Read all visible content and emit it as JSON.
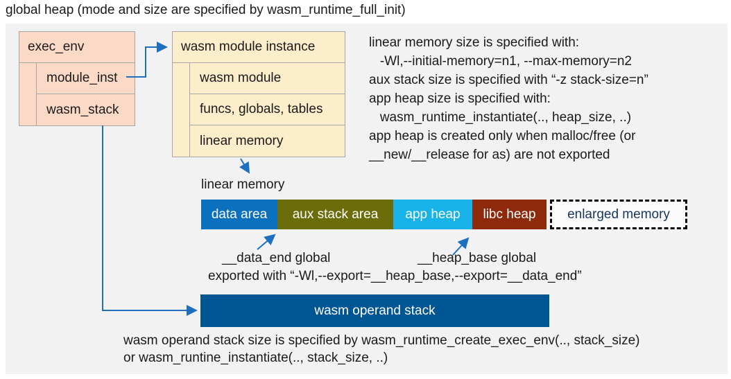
{
  "title": "global heap (mode and size are specified by wasm_runtime_full_init)",
  "exec_env": {
    "header": "exec_env",
    "rows": [
      "module_inst",
      "wasm_stack"
    ]
  },
  "module_instance": {
    "header": "wasm module instance",
    "rows": [
      "wasm module",
      "funcs, globals, tables",
      "linear memory"
    ]
  },
  "notes": {
    "lines": [
      "linear memory size is specified with:",
      "   -Wl,--initial-memory=n1, --max-memory=n2",
      "aux stack size is specified with “-z stack-size=n”",
      "app heap size is specified with:",
      "   wasm_runtime_instantiate(.., heap_size, ..)",
      "app heap is created only when malloc/free (or",
      "__new/__release for as) are not exported"
    ]
  },
  "linear_memory": {
    "label": "linear memory",
    "segments": [
      {
        "label": "data area",
        "color": "#0b70bd"
      },
      {
        "label": "aux stack area",
        "color": "#6b6d0b"
      },
      {
        "label": "app heap",
        "color": "#17b2e8"
      },
      {
        "label": "libc heap",
        "color": "#8e2a0b"
      }
    ],
    "enlarged_label": "enlarged memory"
  },
  "globals": {
    "data_end_label": "__data_end global",
    "heap_base_label": "__heap_base global",
    "exported_note": "exported with “-Wl,--export=__heap_base,--export=__data_end”"
  },
  "operand_stack": {
    "label": "wasm operand stack",
    "note_lines": [
      "wasm operand stack size is specified by wasm_runtime_create_exec_env(.., stack_size)",
      "or wasm_runtine_instantiate(.., stack_size, ..)"
    ]
  },
  "colors": {
    "panel_background": "#f2f2f2",
    "exec_env_fill": "#fbd9c7",
    "module_instance_fill": "#fdeecb",
    "data_area": "#0b70bd",
    "aux_stack_area": "#6b6d0b",
    "app_heap": "#17b2e8",
    "libc_heap": "#8e2a0b",
    "operand_stack": "#005593",
    "enlarged_memory_text": "#17365d",
    "box_border": "#a6a6a6",
    "arrow": "#1d70c0"
  }
}
